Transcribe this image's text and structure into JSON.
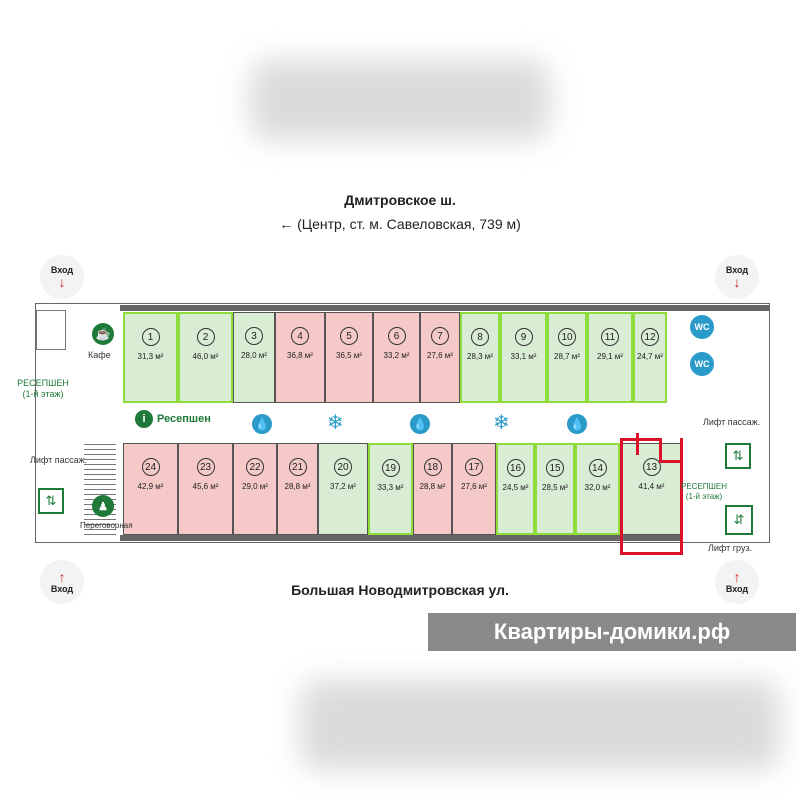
{
  "streets": {
    "top": "Дмитровское ш.",
    "top_sub": "← (Центр, ст. м. Савеловская, 739 м)",
    "bottom": "Большая Новодмитровская ул."
  },
  "labels": {
    "entrance": "Вход",
    "cafe": "Кафе",
    "reception_floor": "РЕСЕПШЕН",
    "floor_note": "(1-й этаж)",
    "lift_passenger": "Лифт пассаж.",
    "lift_cargo": "Лифт груз.",
    "meeting_room": "Переговорная",
    "reception": "Ресепшен",
    "wc": "WC"
  },
  "rooms_top": [
    {
      "num": "1",
      "area": "31,3 м²",
      "status": "free"
    },
    {
      "num": "2",
      "area": "46,0 м²",
      "status": "free"
    },
    {
      "num": "3",
      "area": "28,0 м²",
      "status": "free"
    },
    {
      "num": "4",
      "area": "36,8 м²",
      "status": "rented"
    },
    {
      "num": "5",
      "area": "36,5 м²",
      "status": "rented"
    },
    {
      "num": "6",
      "area": "33,2 м²",
      "status": "rented"
    },
    {
      "num": "7",
      "area": "27,6 м²",
      "status": "rented"
    },
    {
      "num": "8",
      "area": "28,3 м²",
      "status": "free"
    },
    {
      "num": "9",
      "area": "33,1 м²",
      "status": "free"
    },
    {
      "num": "10",
      "area": "28,7 м²",
      "status": "free"
    },
    {
      "num": "11",
      "area": "29,1 м²",
      "status": "free"
    },
    {
      "num": "12",
      "area": "24,7 м²",
      "status": "free"
    }
  ],
  "rooms_bottom": [
    {
      "num": "24",
      "area": "42,9 м²",
      "status": "rented"
    },
    {
      "num": "23",
      "area": "45,6 м²",
      "status": "rented"
    },
    {
      "num": "22",
      "area": "29,0 м²",
      "status": "rented"
    },
    {
      "num": "21",
      "area": "28,8 м²",
      "status": "rented"
    },
    {
      "num": "20",
      "area": "37,2 м²",
      "status": "free"
    },
    {
      "num": "19",
      "area": "33,3 м²",
      "status": "free"
    },
    {
      "num": "18",
      "area": "28,8 м²",
      "status": "rented"
    },
    {
      "num": "17",
      "area": "27,6 м²",
      "status": "rented"
    },
    {
      "num": "16",
      "area": "24,5 м²",
      "status": "free"
    },
    {
      "num": "15",
      "area": "28,5 м²",
      "status": "free"
    },
    {
      "num": "14",
      "area": "32,0 м²",
      "status": "free"
    },
    {
      "num": "13",
      "area": "41,4 м²",
      "status": "free"
    }
  ],
  "highlighted_room": "13",
  "watermark": "Квартиры-домики.рф",
  "colors": {
    "free": "#d9ecd4",
    "rented": "#f6c9c9",
    "highlight": "#d9122a",
    "accent": "#1f7a3a",
    "water": "#2a9ac8"
  }
}
